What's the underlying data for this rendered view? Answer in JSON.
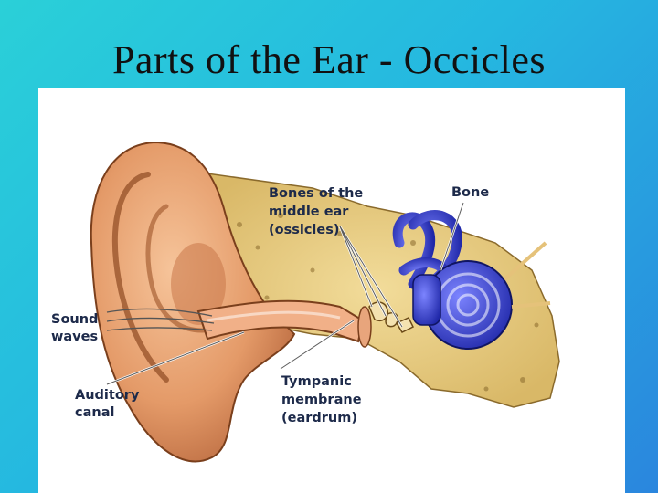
{
  "slide": {
    "title": "Parts of the Ear - Occicles"
  },
  "diagram": {
    "labels": {
      "ossicles": [
        "Bones of the",
        "middle ear",
        "(ossicles)"
      ],
      "bone": "Bone",
      "sound_waves": [
        "Sound",
        "waves"
      ],
      "auditory_canal": [
        "Auditory",
        "canal"
      ],
      "tympanic": [
        "Tympanic",
        "membrane",
        "(eardrum)"
      ]
    }
  }
}
